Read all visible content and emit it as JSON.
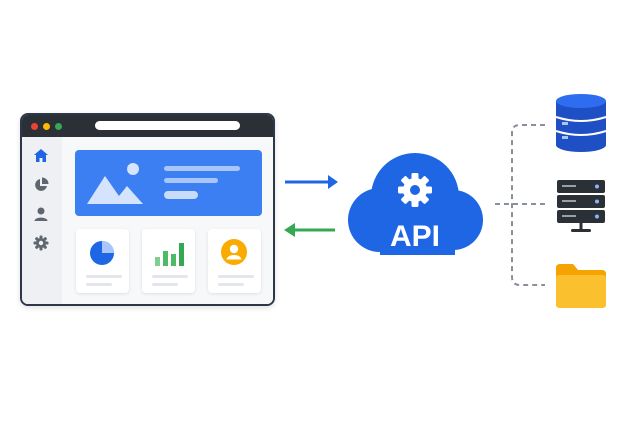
{
  "api": {
    "label": "API"
  },
  "colors": {
    "primary": "#1f66e5",
    "hero": "#3b7ff2",
    "green": "#34a853",
    "yellow": "#fbbc05",
    "dark": "#2b2f36",
    "folder": "#fbc02d"
  },
  "browser": {
    "window_controls": [
      "red-dot",
      "yellow-dot",
      "green-dot"
    ],
    "sidebar_icons": [
      "home-icon",
      "pie-chart-icon",
      "user-icon",
      "gear-icon"
    ],
    "cards": [
      "pie-chart-card",
      "bar-chart-card",
      "profile-card"
    ]
  },
  "connections": {
    "request_arrow": "arrow-right-icon",
    "response_arrow": "arrow-left-icon"
  },
  "resources": [
    "database-icon",
    "server-icon",
    "folder-icon"
  ]
}
